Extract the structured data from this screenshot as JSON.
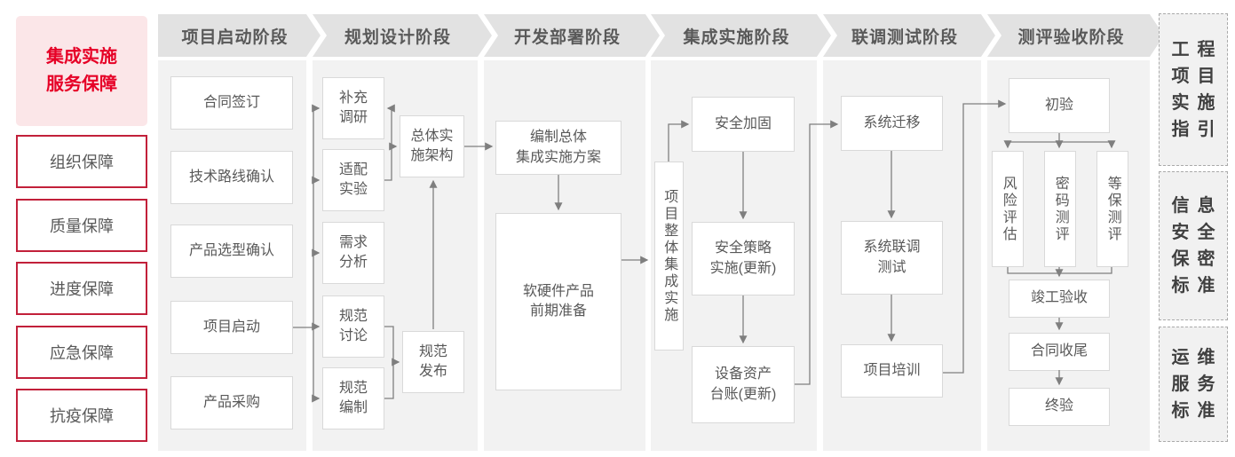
{
  "title": "集成实施\n服务保障",
  "guarantees": {
    "g1": "组织保障",
    "g2": "质量保障",
    "g3": "进度保障",
    "g4": "应急保障",
    "g5": "抗疫保障"
  },
  "phase_headers": {
    "p1": "项目启动阶段",
    "p2": "规划设计阶段",
    "p3": "开发部署阶段",
    "p4": "集成实施阶段",
    "p5": "联调测试阶段",
    "p6": "测评验收阶段"
  },
  "nodes": {
    "contract_sign": "合同签订",
    "tech_route": "技术路线确认",
    "product_select": "产品选型确认",
    "project_kickoff": "项目启动",
    "procurement": "产品采购",
    "supplement_research": "补充\n调研",
    "adaptation_test": "适配\n实验",
    "requirement_analysis": "需求\n分析",
    "spec_discussion": "规范\n讨论",
    "spec_drafting": "规范\n编制",
    "overall_architecture": "总体实\n施架构",
    "spec_release": "规范\n发布",
    "overall_plan": "编制总体\n集成实施方案",
    "product_preparation": "软硬件产品\n前期准备",
    "overall_integration": "项目整体集成实施",
    "security_hardening": "安全加固",
    "security_policy": "安全策略\n实施(更新)",
    "asset_ledger": "设备资产\n台账(更新)",
    "system_migration": "系统迁移",
    "joint_testing": "系统联调\n测试",
    "project_training": "项目培训",
    "initial_acceptance": "初验",
    "risk_assessment": "风险评估",
    "crypto_evaluation": "密码测评",
    "classified_protection": "等保测评",
    "completion_acceptance": "竣工验收",
    "contract_closure": "合同收尾",
    "final_acceptance": "终验"
  },
  "standards": {
    "s1": "工程\n项目\n实施\n指引",
    "s2": "信息\n安全\n保密\n标准",
    "s3": "运维\n服务\n标准"
  },
  "colors": {
    "accent_red": "#e60026",
    "border_red": "#c2203a",
    "gray_text": "#595959",
    "band_bg": "#f2f2f2",
    "header_bg": "#e2e2e2",
    "box_border": "#d9d9d9",
    "line": "#7f7f7f",
    "title_bg": "#fbe6e8"
  }
}
